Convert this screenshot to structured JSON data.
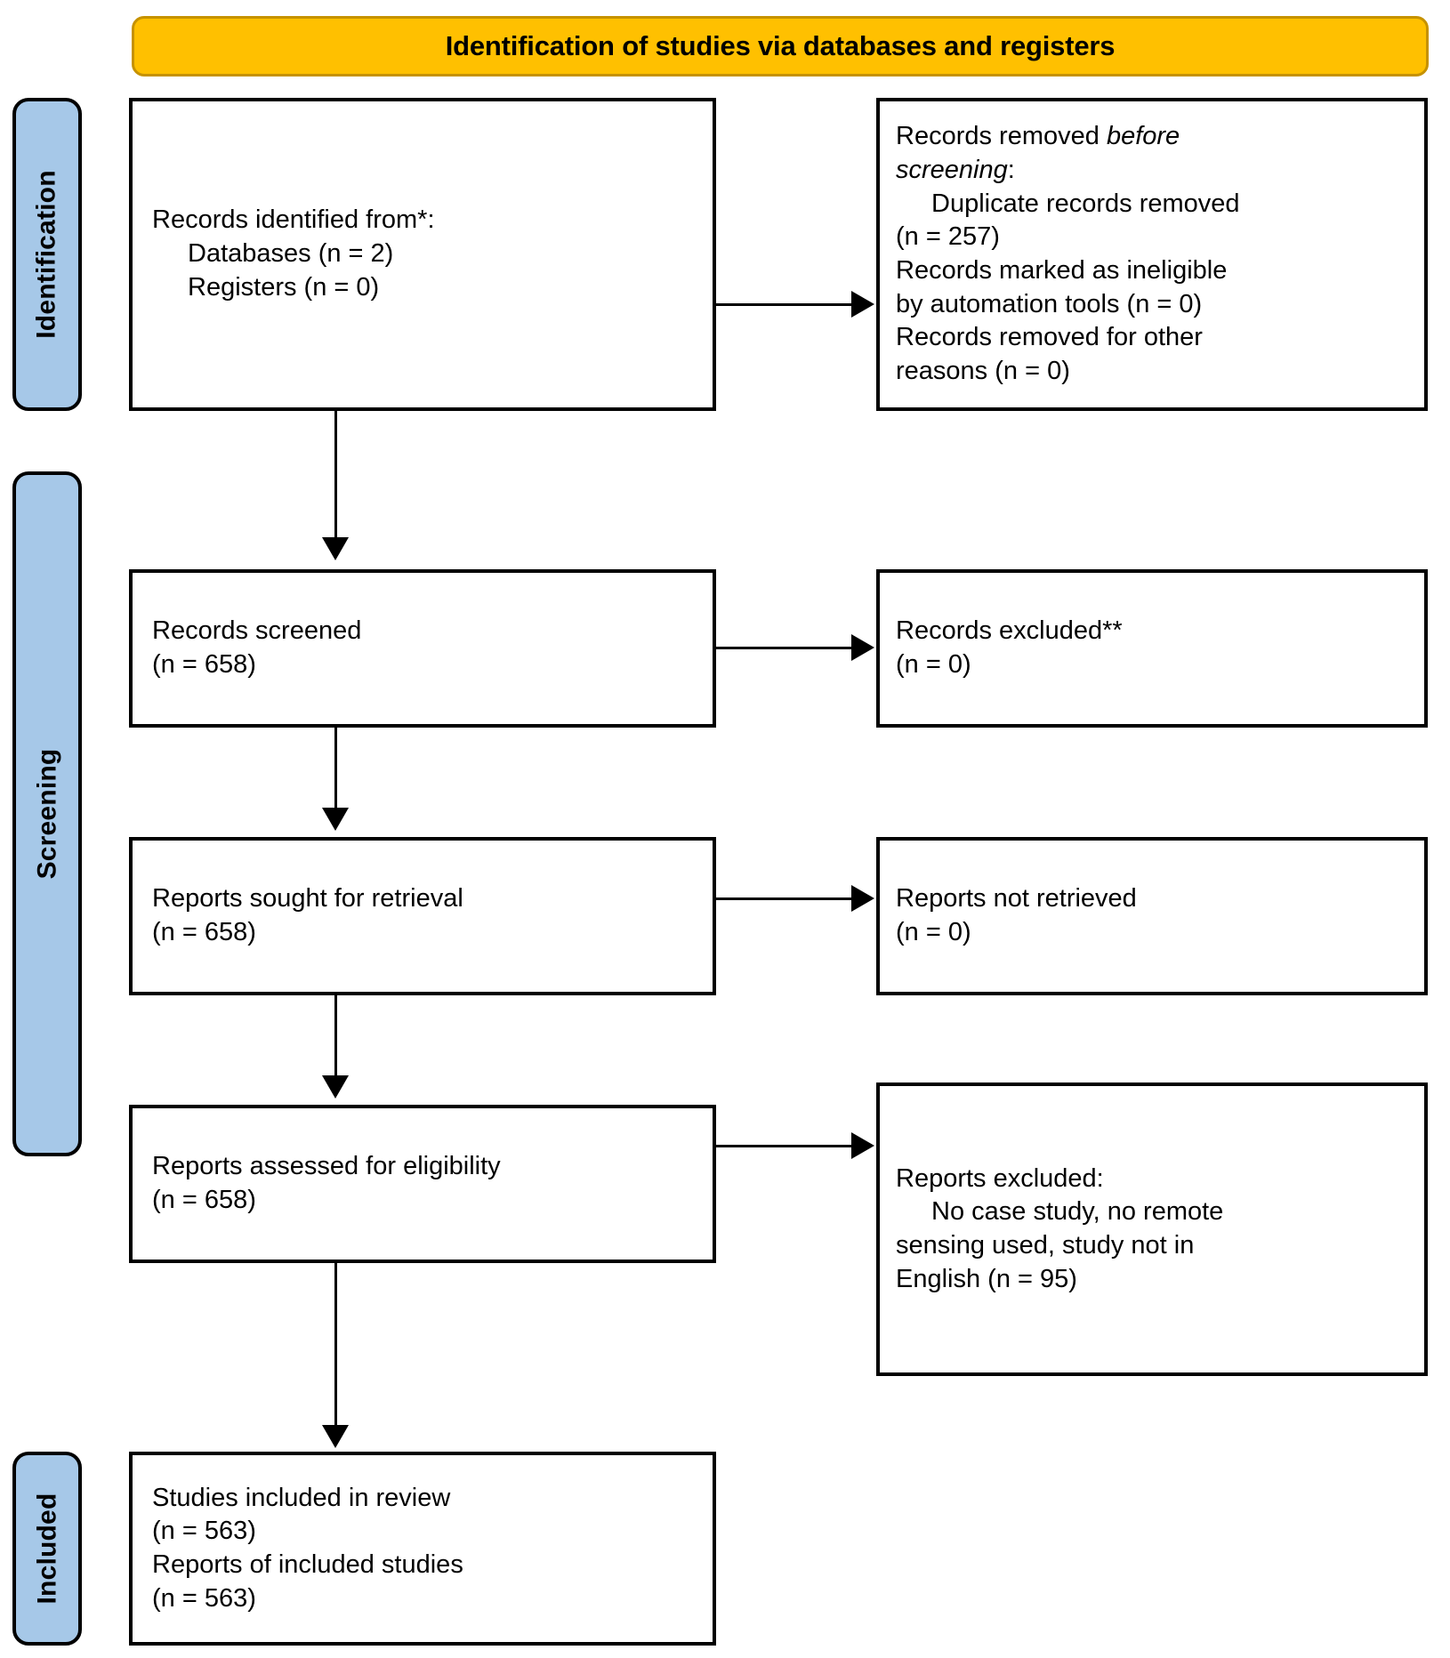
{
  "banner": {
    "title": "Identification of studies via databases and registers"
  },
  "stages": [
    {
      "label": "Identification"
    },
    {
      "label": "Screening"
    },
    {
      "label": "Included"
    }
  ],
  "boxes": {
    "identified": {
      "line1": "Records identified from*:",
      "line2": "Databases (n = 2)",
      "line3": "Registers (n = 0)"
    },
    "removed_before_screening": {
      "line1_plain": "Records removed ",
      "line1_italic": "before",
      "line2_italic": "screening",
      "line2_plain": ":",
      "line3": "Duplicate records removed",
      "line4": "(n = 257)",
      "line5": "Records marked as ineligible",
      "line6": "by automation tools (n = 0)",
      "line7": "Records removed for other",
      "line8": "reasons (n = 0)"
    },
    "records_screened": {
      "line1": "Records screened",
      "line2": "(n = 658)"
    },
    "records_excluded": {
      "line1": "Records excluded**",
      "line2": "(n = 0)"
    },
    "reports_sought": {
      "line1": "Reports sought for retrieval",
      "line2": "(n = 658)"
    },
    "reports_not_retrieved": {
      "line1": "Reports not retrieved",
      "line2": "(n = 0)"
    },
    "reports_assessed": {
      "line1": "Reports assessed for eligibility",
      "line2": "(n = 658)"
    },
    "reports_excluded": {
      "line1": "Reports excluded:",
      "line2": "No case study, no remote",
      "line3": "sensing used, study not in",
      "line4": "English (n = 95)"
    },
    "studies_included": {
      "line1": "Studies included in review",
      "line2": "(n = 563)",
      "line3": "Reports of included studies",
      "line4": "(n = 563)"
    }
  },
  "colors": {
    "banner_fill": "#FFC000",
    "banner_border": "#C69200",
    "stage_fill": "#A6C8E8",
    "line": "#000000"
  }
}
